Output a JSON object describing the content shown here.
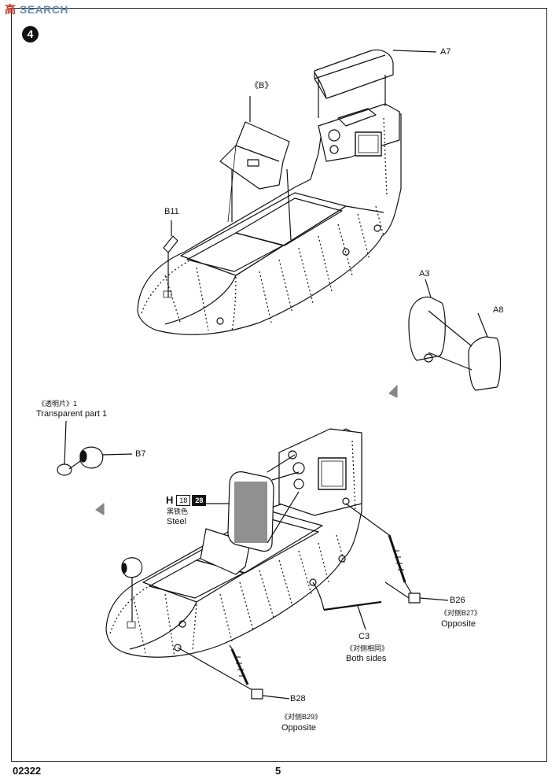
{
  "watermark": {
    "cn": "高",
    "text": "SEARCH"
  },
  "step": "4",
  "labels": {
    "a7": "A7",
    "b": "《B》",
    "b11": "B11",
    "a3": "A3",
    "a8": "A8",
    "transparent_cn": "《透明片》1",
    "transparent_en": "Transparent part 1",
    "b7": "B7",
    "paint_letter": "H",
    "paint_code1": "18",
    "paint_code2": "28",
    "paint_cn": "黑铁色",
    "paint_en": "Steel",
    "b26": "B26",
    "b26_cn": "《对侧B27》",
    "b26_en": "Opposite",
    "c3": "C3",
    "c3_cn": "《对侧相同》",
    "c3_en": "Both sides",
    "b28": "B28",
    "b28_cn": "《对侧B29》",
    "b28_en": "Opposite"
  },
  "footer": {
    "code": "02322",
    "page": "5"
  }
}
